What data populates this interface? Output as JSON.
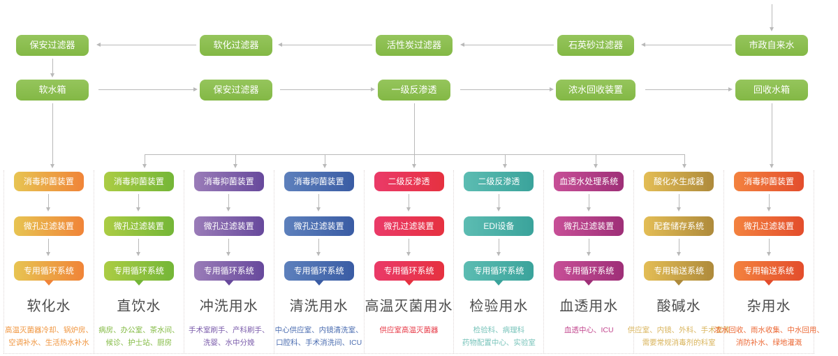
{
  "colors": {
    "flow_box_green": "#8cbe4f",
    "connector_gray": "#b9b9b9",
    "title_gray": "#4d4d4d",
    "dotted_separator": "#ded6d6"
  },
  "flow": {
    "row1": [
      "保安过滤器",
      "软化过滤器",
      "活性炭过滤器",
      "石英砂过滤器",
      "市政自来水"
    ],
    "row2": [
      "软水箱",
      "保安过滤器",
      "一级反渗透",
      "浓水回收装置",
      "回收水箱"
    ]
  },
  "columns": [
    {
      "title": "软化水",
      "boxes": [
        "消毒抑菌装置",
        "微孔过滤装置",
        "专用循环系统"
      ],
      "desc": "高温灭菌器冷却、锅炉房、\n空调补水、生活热水补水",
      "c1": "#e7c452",
      "c2": "#f08438",
      "accent": "#f0953e"
    },
    {
      "title": "直饮水",
      "boxes": [
        "消毒抑菌装置",
        "微孔过滤装置",
        "专用循环系统"
      ],
      "desc": "病房、办公室、茶水间、\n候诊、护士站、厨房",
      "c1": "#abcc44",
      "c2": "#74b637",
      "accent": "#82ba42"
    },
    {
      "title": "冲洗用水",
      "boxes": [
        "消毒抑菌装置",
        "微孔过滤装置",
        "专用循环系统"
      ],
      "desc": "手术室刷手、产科刷手、\n洗婴、水中分娩",
      "c1": "#9a7cb8",
      "c2": "#67499c",
      "accent": "#7b5cab"
    },
    {
      "title": "清洗用水",
      "boxes": [
        "消毒抑菌装置",
        "微孔过滤装置",
        "专用循环系统"
      ],
      "desc": "中心供应室、内镜清洗室、\n口腔科、手术消洗间、ICU",
      "c1": "#5d80bc",
      "c2": "#3a5ca4",
      "accent": "#4a6cb0"
    },
    {
      "title": "高温灭菌用水",
      "boxes": [
        "二级反渗透",
        "微孔过滤装置",
        "专用循环系统"
      ],
      "desc": "供应室高温灭菌器",
      "c1": "#ea3a68",
      "c2": "#e63140",
      "accent": "#e73a47"
    },
    {
      "title": "检验用水",
      "boxes": [
        "二级反渗透",
        "EDI设备",
        "专用循环系统"
      ],
      "desc": "检验科、病理科\n药物配置中心、实验室",
      "c1": "#5cbcb2",
      "c2": "#3aa39b",
      "accent": "#79c4bb"
    },
    {
      "title": "血透用水",
      "boxes": [
        "血透水处理系统",
        "微孔过滤装置",
        "专用循环系统"
      ],
      "desc": "血透中心、ICU",
      "c1": "#c74f97",
      "c2": "#9e2f77",
      "accent": "#c2458d"
    },
    {
      "title": "酸碱水",
      "boxes": [
        "酸化水生成器",
        "配套储存系统",
        "专用输送系统"
      ],
      "desc": "供应室、内镜、外科、手术室等\n需要常规消毒剂的科室",
      "c1": "#e3bd55",
      "c2": "#ae8a3b",
      "accent": "#d9b45c"
    },
    {
      "title": "杂用水",
      "boxes": [
        "消毒抑菌装置",
        "微孔过滤装置",
        "专用输送系统"
      ],
      "desc": "浓水回收、雨水收集、中水回用、\n消防补水、绿地灌溉",
      "c1": "#f3823f",
      "c2": "#e34d2c",
      "accent": "#ec6a37"
    }
  ]
}
